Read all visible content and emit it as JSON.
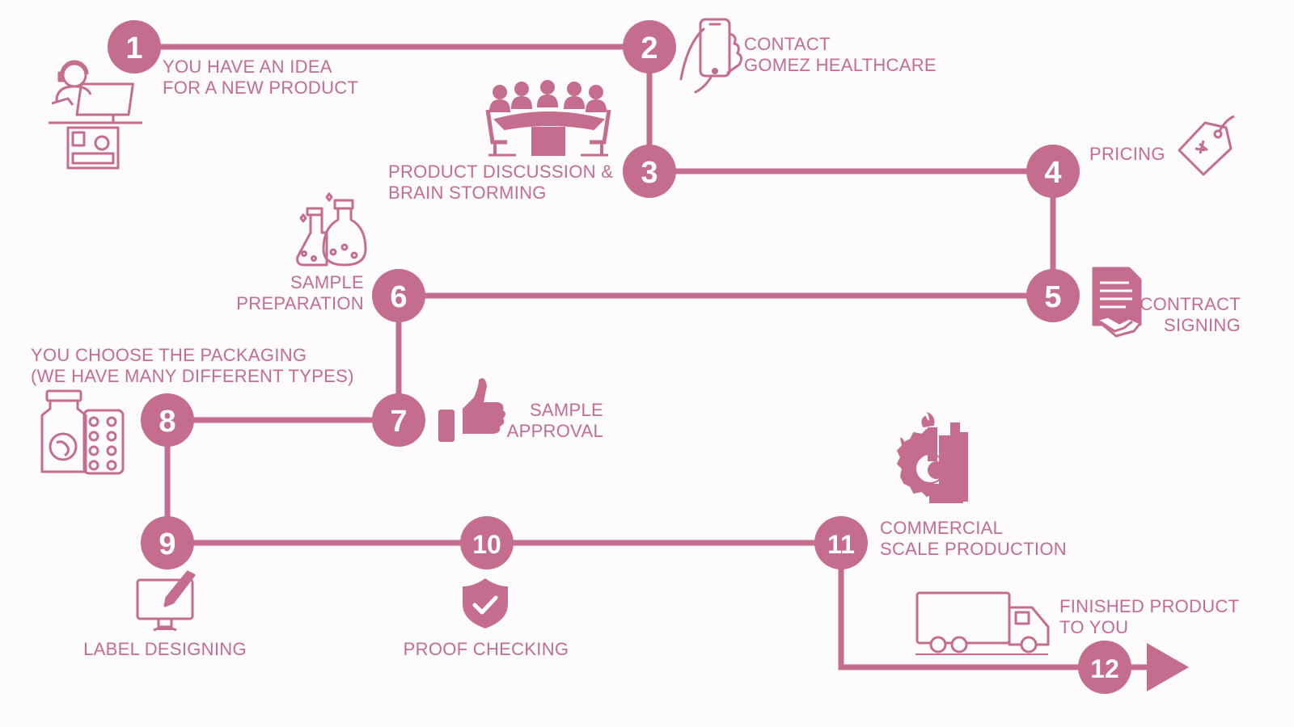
{
  "colors": {
    "accent": "#c46d8e",
    "background": "#fdfbfc"
  },
  "steps": [
    {
      "number": "1",
      "lines": [
        "YOU HAVE AN IDEA",
        "FOR A NEW PRODUCT"
      ],
      "icon": "person-at-computer-icon"
    },
    {
      "number": "2",
      "lines": [
        "CONTACT",
        "GOMEZ HEALTHCARE"
      ],
      "icon": "phone-in-hand-icon"
    },
    {
      "number": "3",
      "lines": [
        "PRODUCT DISCUSSION &",
        "BRAIN STORMING"
      ],
      "icon": "meeting-table-icon"
    },
    {
      "number": "4",
      "lines": [
        "PRICING"
      ],
      "icon": "price-tag-icon"
    },
    {
      "number": "5",
      "lines": [
        "CONTRACT",
        "SIGNING"
      ],
      "icon": "contract-handshake-icon"
    },
    {
      "number": "6",
      "lines": [
        "SAMPLE",
        "PREPARATION"
      ],
      "icon": "flasks-icon"
    },
    {
      "number": "7",
      "lines": [
        "SAMPLE",
        "APPROVAL"
      ],
      "icon": "thumbs-up-icon"
    },
    {
      "number": "8",
      "lines": [
        "YOU CHOOSE THE PACKAGING",
        "(WE HAVE MANY DIFFERENT TYPES)"
      ],
      "icon": "bottle-and-blister-icon"
    },
    {
      "number": "9",
      "lines": [
        "LABEL DESIGNING"
      ],
      "icon": "monitor-pen-icon"
    },
    {
      "number": "10",
      "lines": [
        "PROOF CHECKING"
      ],
      "icon": "shield-check-icon"
    },
    {
      "number": "11",
      "lines": [
        "COMMERCIAL",
        "SCALE PRODUCTION"
      ],
      "icon": "factory-gear-icon"
    },
    {
      "number": "12",
      "lines": [
        "FINISHED PRODUCT",
        "TO YOU"
      ],
      "icon": "delivery-truck-icon"
    }
  ]
}
